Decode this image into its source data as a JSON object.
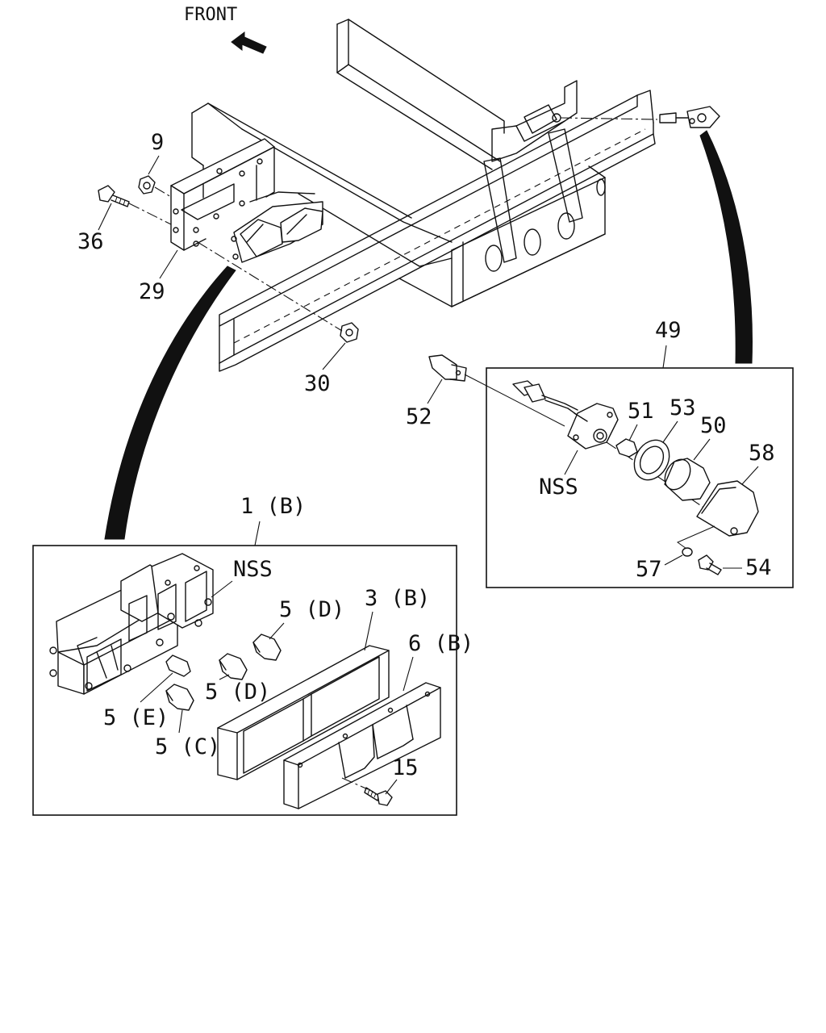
{
  "diagram": {
    "front_label": "FRONT",
    "callouts": {
      "c9": "9",
      "c36": "36",
      "c29": "29",
      "c30": "30",
      "c49": "49",
      "c52": "52",
      "c51": "51",
      "c53": "53",
      "c50": "50",
      "c58": "58",
      "nss_lamp": "NSS",
      "c57": "57",
      "c54": "54",
      "c1b": "1 (B)",
      "nss_combo": "NSS",
      "c5d_upper": "5 (D)",
      "c3b": "3 (B)",
      "c6b": "6 (B)",
      "c5d_lower": "5 (D)",
      "c5e": "5 (E)",
      "c5c": "5 (C)",
      "c15": "15"
    }
  }
}
